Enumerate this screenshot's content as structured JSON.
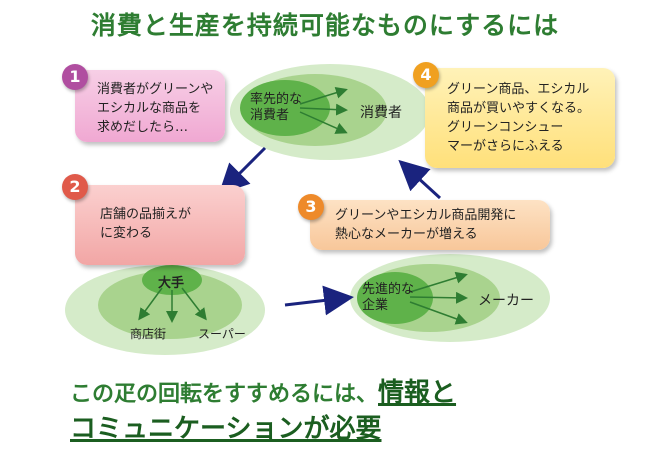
{
  "title": "消費と生産を持続可能なものにするには",
  "steps": [
    {
      "num": "1",
      "lines": [
        "消費者がグリーンや",
        "エシカルな商品を",
        "求めだしたら…"
      ]
    },
    {
      "num": "2",
      "lines": [
        "店舗の品揃えが",
        "に変わる"
      ]
    },
    {
      "num": "3",
      "lines": [
        "グリーンやエシカル商品開発に",
        "熱心なメーカーが増える"
      ]
    },
    {
      "num": "4",
      "lines": [
        "グリーン商品、エシカル",
        "商品が買いやすくなる。",
        "グリーンコンシュー",
        "マーがさらにふえる"
      ]
    }
  ],
  "consumer_ellipse": {
    "inner": [
      "率先的な",
      "消費者"
    ],
    "outer": "消費者"
  },
  "store_ellipse": {
    "inner": "大手",
    "left": "商店街",
    "right": "スーパー"
  },
  "maker_ellipse": {
    "inner": [
      "先進的な",
      "企業"
    ],
    "outer": "メーカー"
  },
  "bottom": {
    "line1_plain": "この疋の回転をすすめるには、",
    "line1_emph": "情報と",
    "line2": "コミュニケーションが必要"
  }
}
